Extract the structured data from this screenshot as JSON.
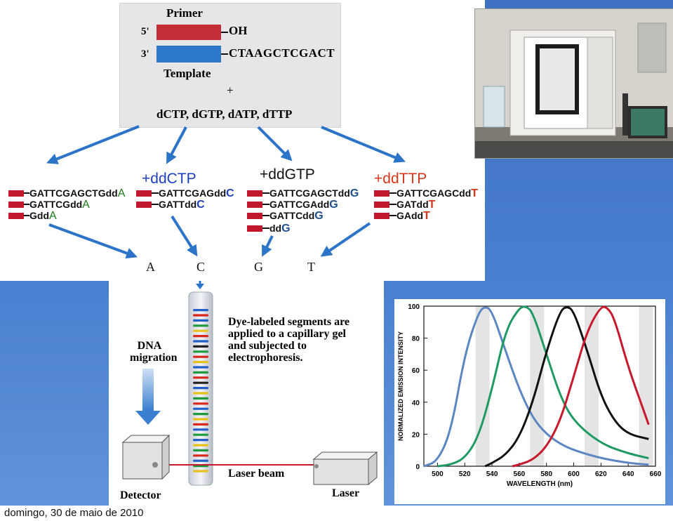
{
  "primer": {
    "title": "Primer",
    "five_prime": "5'",
    "three_prime": "3'",
    "oh": "OH",
    "template_seq": "CTAAGCTCGACT",
    "template_label": "Template",
    "plus": "+",
    "dntps": "dCTP, dGTP, dATP, dTTP"
  },
  "reactions": [
    {
      "header": "",
      "color": "#1a7a1a",
      "lines": [
        {
          "prefix": "GATTCGAGCTGdd",
          "base": "A"
        },
        {
          "prefix": "GATTCGdd",
          "base": "A"
        },
        {
          "prefix": "Gdd",
          "base": "A"
        }
      ]
    },
    {
      "header": "+ddCTP",
      "color": "#1f3fc0",
      "lines": [
        {
          "prefix": "GATTCGAGdd",
          "base": "C"
        },
        {
          "prefix": "GATTdd",
          "base": "C"
        }
      ]
    },
    {
      "header": "+ddGTP",
      "color": "#1f4f8f",
      "lines": [
        {
          "prefix": "GATTCGAGCTdd",
          "base": "G"
        },
        {
          "prefix": "GATTCGAdd",
          "base": "G"
        },
        {
          "prefix": "GATTCdd",
          "base": "G"
        },
        {
          "prefix": "dd",
          "base": "G"
        }
      ]
    },
    {
      "header": "+ddTTP",
      "color": "#d8351a",
      "lines": [
        {
          "prefix": "GATTCGAGCdd",
          "base": "T"
        },
        {
          "prefix": "GATdd",
          "base": "T"
        },
        {
          "prefix": "GAdd",
          "base": "T"
        }
      ]
    }
  ],
  "lanes": [
    "A",
    "C",
    "G",
    "T"
  ],
  "capillary": {
    "description": "Dye-labeled segments are applied to a capillary gel and subjected to electrophoresis.",
    "migration_label": "DNA migration",
    "laser_beam_label": "Laser beam",
    "detector_label": "Detector",
    "laser_label": "Laser",
    "band_colors": [
      "#2060c8",
      "#d8281c",
      "#1e9a3c",
      "#e8c21c",
      "#222222"
    ]
  },
  "chart_data": {
    "type": "line",
    "xlabel": "WAVELENGTH (nm)",
    "ylabel": "NORMALIZED EMISSION INTENSITY",
    "xlim": [
      490,
      660
    ],
    "ylim": [
      0,
      100
    ],
    "xticks": [
      500,
      520,
      540,
      560,
      580,
      600,
      620,
      640,
      660
    ],
    "yticks": [
      0,
      20,
      40,
      60,
      80,
      100
    ],
    "series": [
      {
        "color": "#5b86c2",
        "x": [
          490,
          500,
          510,
          520,
          530,
          535,
          540,
          550,
          560,
          570,
          580,
          590,
          600,
          620,
          640,
          655
        ],
        "y": [
          0,
          3,
          22,
          70,
          96,
          100,
          97,
          72,
          48,
          30,
          20,
          14,
          10,
          5,
          2,
          1
        ]
      },
      {
        "color": "#1e9a62",
        "x": [
          500,
          510,
          520,
          530,
          540,
          550,
          560,
          565,
          570,
          580,
          590,
          600,
          620,
          640,
          655
        ],
        "y": [
          0,
          1,
          5,
          18,
          48,
          85,
          99,
          100,
          96,
          70,
          44,
          28,
          14,
          8,
          5
        ]
      },
      {
        "color": "#111111",
        "x": [
          535,
          540,
          550,
          560,
          570,
          580,
          590,
          595,
          600,
          610,
          620,
          630,
          640,
          655
        ],
        "y": [
          0,
          2,
          7,
          18,
          40,
          72,
          97,
          100,
          97,
          72,
          44,
          28,
          20,
          17
        ]
      },
      {
        "color": "#c8182c",
        "x": [
          555,
          560,
          570,
          580,
          590,
          600,
          610,
          620,
          625,
          630,
          640,
          650,
          655
        ],
        "y": [
          0,
          1,
          4,
          12,
          28,
          56,
          85,
          100,
          99,
          92,
          62,
          38,
          26
        ]
      }
    ]
  },
  "footer": {
    "date": "domingo, 30 de maio de 2010"
  }
}
